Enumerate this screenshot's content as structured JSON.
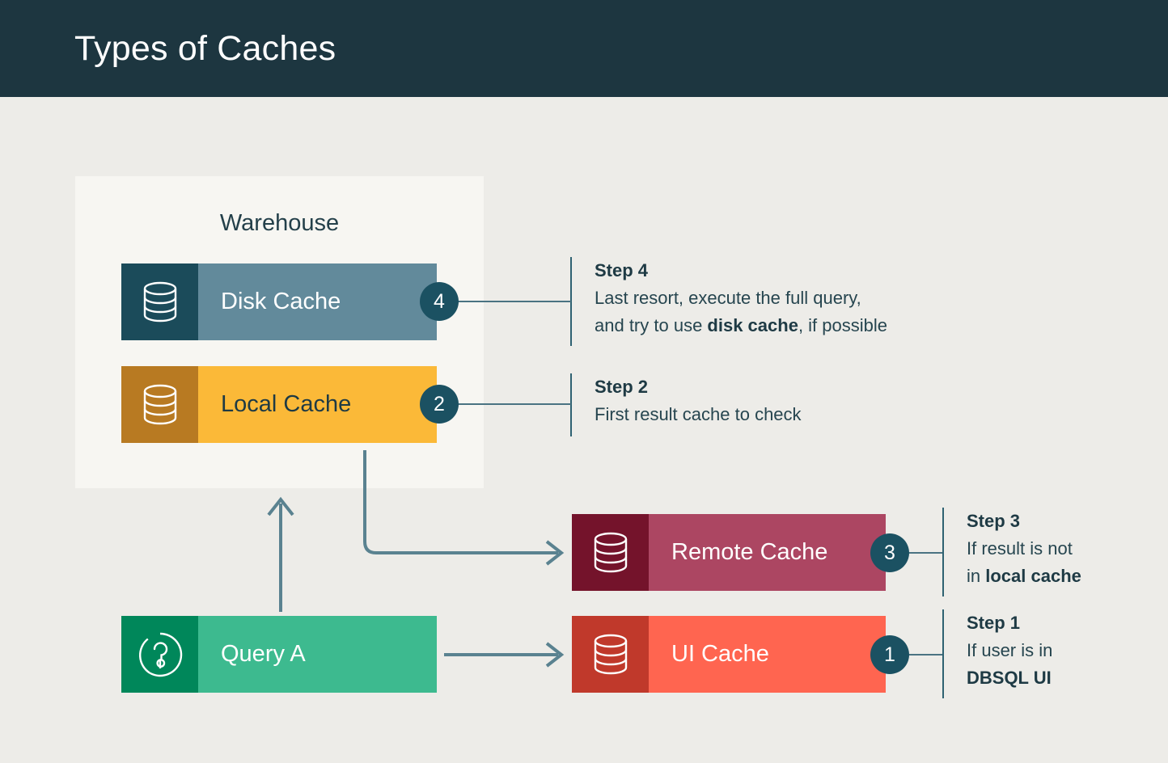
{
  "header": {
    "title": "Types of Caches",
    "background": "#1D3640"
  },
  "page": {
    "background": "#EDECE8"
  },
  "warehouse": {
    "label": "Warehouse",
    "background": "#F7F6F2"
  },
  "boxes": [
    {
      "id": "disk-cache",
      "label": "Disk Cache",
      "icon": "database-icon",
      "icon_block_color": "#1B4B5A",
      "body_color": "#628A9B",
      "text_color": "#FFFFFF",
      "badge": "4"
    },
    {
      "id": "local-cache",
      "label": "Local Cache",
      "icon": "database-icon",
      "icon_block_color": "#B87A22",
      "body_color": "#FBB938",
      "text_color": "#1E3A44",
      "badge": "2"
    },
    {
      "id": "remote-cache",
      "label": "Remote Cache",
      "icon": "database-icon",
      "icon_block_color": "#74132B",
      "body_color": "#AC4662",
      "text_color": "#FFFFFF",
      "badge": "3"
    },
    {
      "id": "ui-cache",
      "label": "UI Cache",
      "icon": "database-icon",
      "icon_block_color": "#C0392B",
      "body_color": "#FF6550",
      "text_color": "#FFFFFF",
      "badge": "1"
    },
    {
      "id": "query-a",
      "label": "Query A",
      "icon": "question-circle-icon",
      "icon_block_color": "#00875A",
      "body_color": "#3DBA8F",
      "text_color": "#FFFFFF",
      "badge": null
    }
  ],
  "steps": [
    {
      "id": "step-4",
      "title": "Step 4",
      "line1_pre": "Last resort, execute the full query,",
      "line2_pre": "and try to use ",
      "line2_bold": "disk cache",
      "line2_post": ", if possible"
    },
    {
      "id": "step-2",
      "title": "Step 2",
      "line1_pre": "First result cache to check",
      "line2_pre": "",
      "line2_bold": "",
      "line2_post": ""
    },
    {
      "id": "step-3",
      "title": "Step 3",
      "line1_pre": "If result is not",
      "line2_pre": "in ",
      "line2_bold": "local cache",
      "line2_post": ""
    },
    {
      "id": "step-1",
      "title": "Step 1",
      "line1_pre": "If user is in",
      "line2_pre": "",
      "line2_bold": "DBSQL UI",
      "line2_post": ""
    }
  ],
  "badges": {
    "four": "4",
    "two": "2",
    "three": "3",
    "one": "1",
    "color": "#1B5162"
  },
  "connectors": {
    "line_color": "#5A8290",
    "arrow_query_to_warehouse": "arrow-up-icon",
    "arrow_local_to_remote": "arrow-right-icon",
    "arrow_query_to_ui": "arrow-right-icon"
  }
}
